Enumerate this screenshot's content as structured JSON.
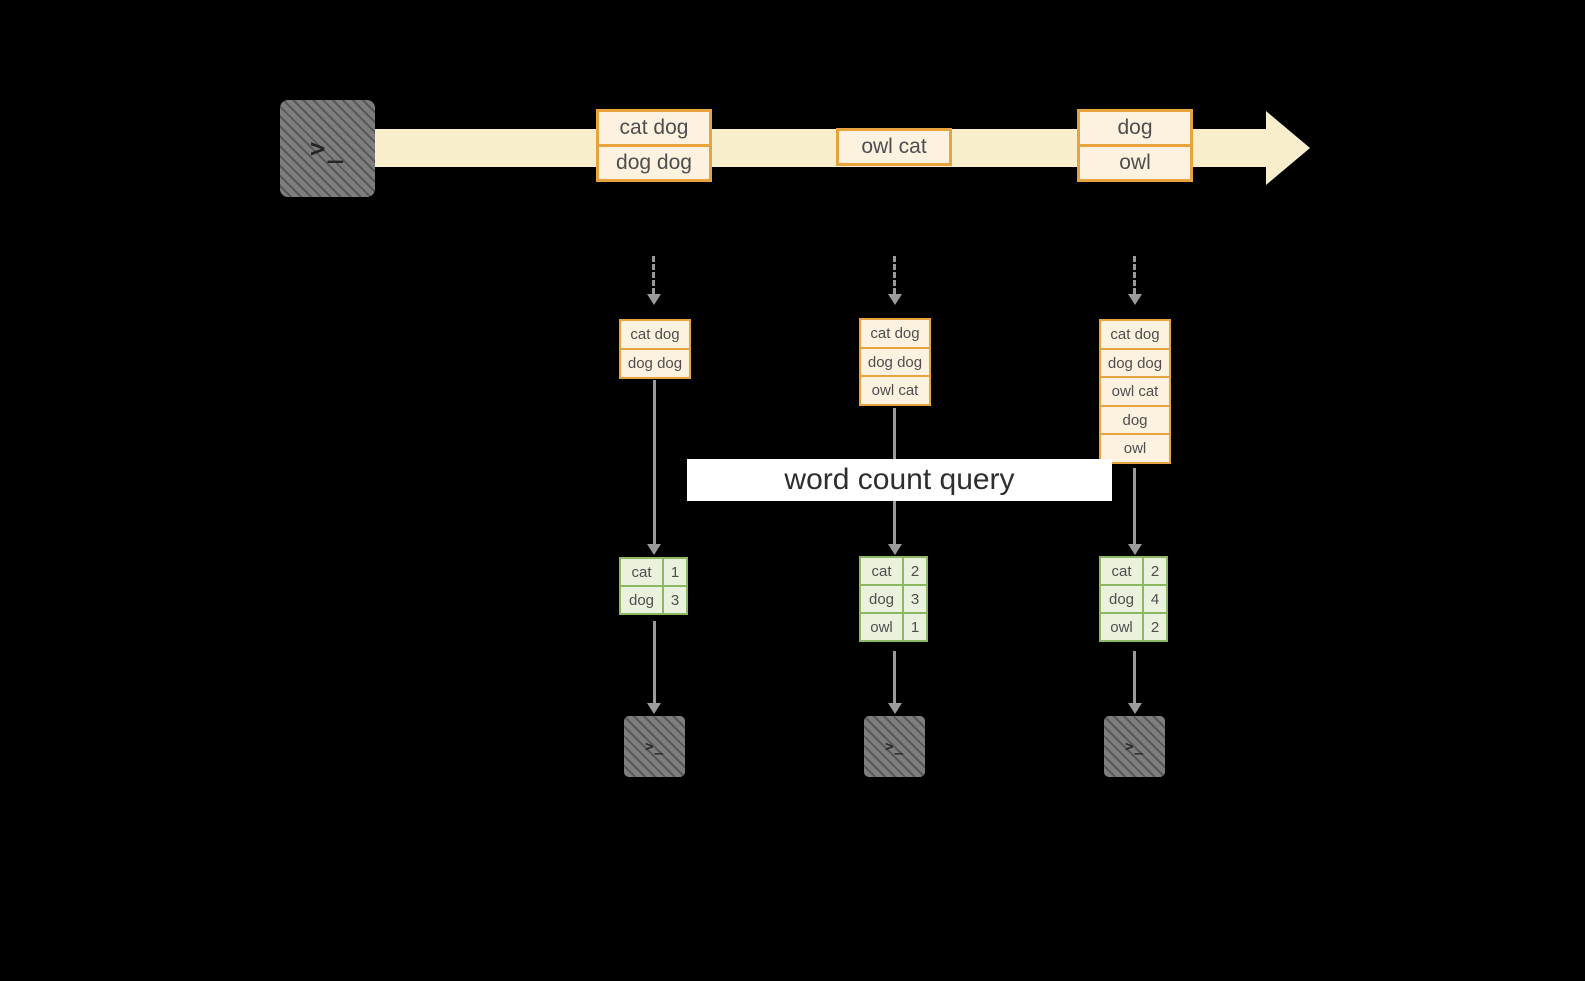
{
  "query_label": "word count query",
  "terminal_glyph": ">_",
  "timeline_events": [
    {
      "lines": [
        "cat dog",
        "dog dog"
      ]
    },
    {
      "lines": [
        "owl cat"
      ]
    },
    {
      "lines": [
        "dog",
        "owl"
      ]
    }
  ],
  "columns": [
    {
      "input_rows": [
        "cat dog",
        "dog dog"
      ],
      "result_rows": [
        {
          "word": "cat",
          "count": "1"
        },
        {
          "word": "dog",
          "count": "3"
        }
      ]
    },
    {
      "input_rows": [
        "cat dog",
        "dog dog",
        "owl cat"
      ],
      "result_rows": [
        {
          "word": "cat",
          "count": "2"
        },
        {
          "word": "dog",
          "count": "3"
        },
        {
          "word": "owl",
          "count": "1"
        }
      ]
    },
    {
      "input_rows": [
        "cat dog",
        "dog dog",
        "owl cat",
        "dog",
        "owl"
      ],
      "result_rows": [
        {
          "word": "cat",
          "count": "2"
        },
        {
          "word": "dog",
          "count": "4"
        },
        {
          "word": "owl",
          "count": "2"
        }
      ]
    }
  ],
  "colors": {
    "background": "#000000",
    "timeline_cream": "#f8eecb",
    "orange": "#e8a33d",
    "orange_fill": "#fdf2e0",
    "green": "#8cb862",
    "green_fill": "#eaf2dd",
    "terminal_gray": "#7e7e7e",
    "arrow_gray": "#9b9b9b",
    "banner_white": "#ffffff",
    "text_dark": "#4e4e4e"
  }
}
